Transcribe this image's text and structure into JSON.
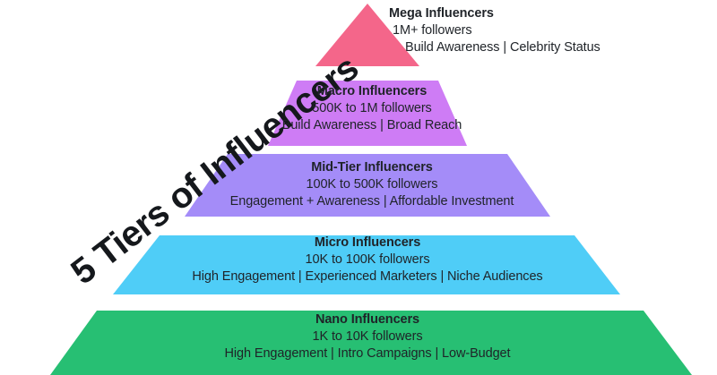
{
  "headline": "5 Tiers of Influencers",
  "colors": {
    "mega": "#F4668A",
    "macro": "#CE7CF5",
    "midtier": "#A48CF8",
    "micro": "#4FCDF7",
    "nano": "#27BF73",
    "text": "#1F2328",
    "background": "#FFFFFF"
  },
  "tiers": [
    {
      "id": "mega",
      "title": "Mega Influencers",
      "followers": "1M+ followers",
      "description": "Build Awareness | Celebrity Status",
      "color": "#F4668A"
    },
    {
      "id": "macro",
      "title": "Macro Influencers",
      "followers": "500K to 1M followers",
      "description": "Build Awareness | Broad Reach",
      "color": "#CE7CF5"
    },
    {
      "id": "midtier",
      "title": "Mid-Tier Influencers",
      "followers": "100K to 500K followers",
      "description": "Engagement + Awareness | Affordable Investment",
      "color": "#A48CF8"
    },
    {
      "id": "micro",
      "title": "Micro Influencers",
      "followers": "10K to 100K followers",
      "description": "High Engagement | Experienced Marketers | Niche Audiences",
      "color": "#4FCDF7"
    },
    {
      "id": "nano",
      "title": "Nano Influencers",
      "followers": "1K to 10K followers",
      "description": "High Engagement | Intro Campaigns | Low-Budget",
      "color": "#27BF73"
    }
  ],
  "chart_data": {
    "type": "pyramid",
    "title": "5 Tiers of Influencers",
    "levels": [
      {
        "name": "Mega Influencers",
        "range": "1M+ followers",
        "traits": "Build Awareness | Celebrity Status",
        "color": "#F4668A"
      },
      {
        "name": "Macro Influencers",
        "range": "500K to 1M followers",
        "traits": "Build Awareness | Broad Reach",
        "color": "#CE7CF5"
      },
      {
        "name": "Mid-Tier Influencers",
        "range": "100K to 500K followers",
        "traits": "Engagement + Awareness | Affordable Investment",
        "color": "#A48CF8"
      },
      {
        "name": "Micro Influencers",
        "range": "10K to 100K followers",
        "traits": "High Engagement | Experienced Marketers | Niche Audiences",
        "color": "#4FCDF7"
      },
      {
        "name": "Nano Influencers",
        "range": "1K to 10K followers",
        "traits": "High Engagement | Intro Campaigns | Low-Budget",
        "color": "#27BF73"
      }
    ]
  }
}
